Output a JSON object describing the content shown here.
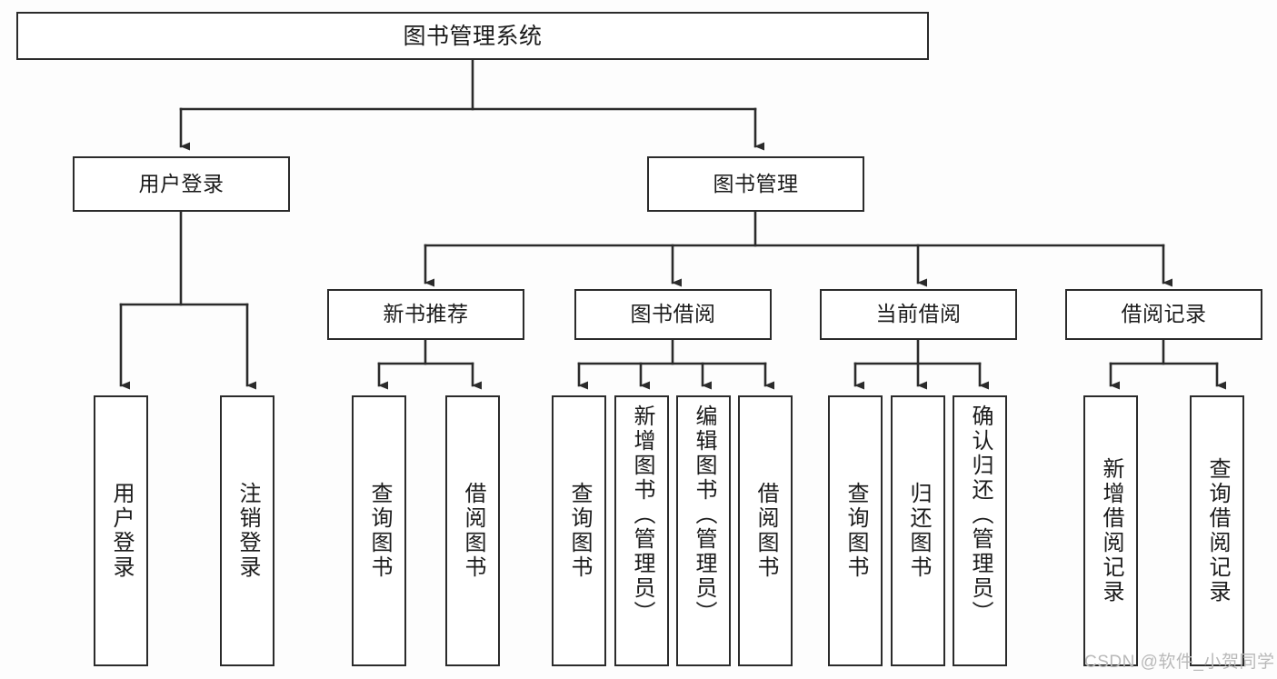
{
  "diagram": {
    "title": "图书管理系统",
    "type": "tree",
    "background_color": "#fdfdfd",
    "box_fill": "#ffffff",
    "box_stroke": "#2b2b2b",
    "text_color": "#1b1b1b"
  },
  "root": {
    "label": "图书管理系统"
  },
  "level1": [
    {
      "label": "用户登录"
    },
    {
      "label": "图书管理"
    }
  ],
  "level2": [
    {
      "label": "新书推荐"
    },
    {
      "label": "图书借阅"
    },
    {
      "label": "当前借阅"
    },
    {
      "label": "借阅记录"
    }
  ],
  "leaves": {
    "user_login": [
      {
        "label": "用户登录"
      },
      {
        "label": "注销登录"
      }
    ],
    "new_book_recommend": [
      {
        "label": "查询图书"
      },
      {
        "label": "借阅图书"
      }
    ],
    "book_borrow": [
      {
        "label": "查询图书"
      },
      {
        "label": "新增图书（管理员）"
      },
      {
        "label": "编辑图书（管理员）"
      },
      {
        "label": "借阅图书"
      }
    ],
    "current_borrow": [
      {
        "label": "查询图书"
      },
      {
        "label": "归还图书"
      },
      {
        "label": "确认归还（管理员）"
      }
    ],
    "borrow_record": [
      {
        "label": "新增借阅记录"
      },
      {
        "label": "查询借阅记录"
      }
    ]
  },
  "watermark": {
    "text": "CSDN @软件_小贺同学"
  }
}
